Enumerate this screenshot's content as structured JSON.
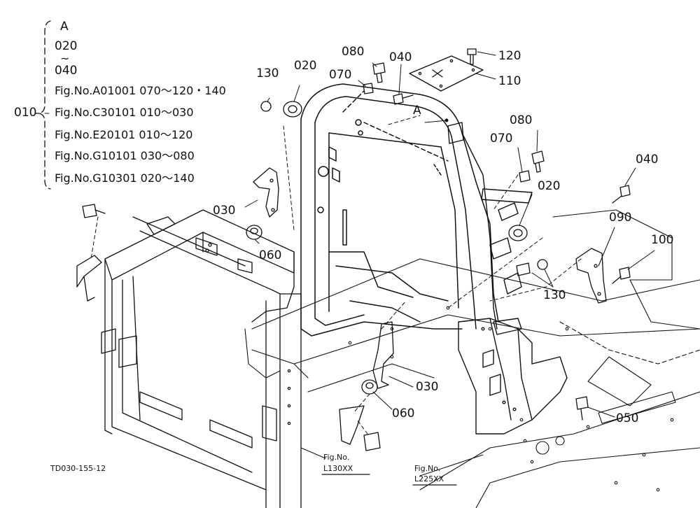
{
  "legend": {
    "header_a": "A",
    "range_start": "020",
    "range_tilde": "~",
    "range_end": "040",
    "lines": [
      "Fig.No.A01001  070～120・140",
      "Fig.No.C30101  010～030",
      "Fig.No.E20101  010～120",
      "Fig.No.G10101  030～080",
      "Fig.No.G10301  020～140"
    ],
    "group_label": "010"
  },
  "callouts": {
    "c130_top": "130",
    "c020_top": "020",
    "c080_top": "080",
    "c070_top": "070",
    "c040_top": "040",
    "c120": "120",
    "c110": "110",
    "cA": "A",
    "c080_right": "080",
    "c070_right": "070",
    "c020_right": "020",
    "c040_right": "040",
    "c090": "090",
    "c100": "100",
    "c130_right": "130",
    "c030_left": "030",
    "c060_left": "060",
    "c030_bottom": "030",
    "c060_bottom": "060",
    "c050": "050"
  },
  "refs": {
    "l130_fig": "Fig.No.",
    "l130_num": "L130XX",
    "l225_fig": "Fig.No.",
    "l225_num": "L225XX"
  },
  "drawing_code": "TD030-155-12"
}
